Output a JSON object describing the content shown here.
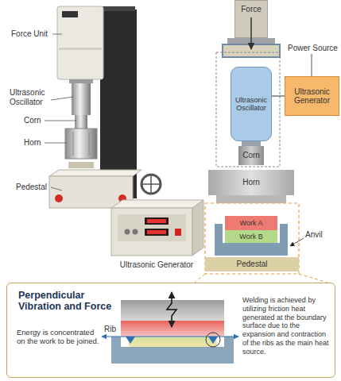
{
  "diagram": {
    "nodes": [
      {
        "text": [
          "Force"
        ]
      },
      {
        "text": [
          "Ultrasonic Generator"
        ]
      },
      {
        "text": [
          "Ultrasonic Oscillator"
        ]
      },
      {
        "text": [
          "Corn"
        ]
      },
      {
        "text": [
          "Horn"
        ]
      },
      {
        "text": [
          "Work A"
        ]
      },
      {
        "text": [
          "Work B"
        ]
      },
      {
        "text": [
          "Pedestal"
        ]
      },
      {
        "text": [
          "Perpendicular Vibration and Force",
          "Energy is concentrated on the work to be joined.",
          "Rib",
          "Welding is achieved by utilizing friction heat generated at the boundary surface due to the expansion and contraction of the ribs as the main heat source."
        ]
      }
    ],
    "edges": [
      {
        "from": 1,
        "to": 2,
        "arrow": "none"
      }
    ],
    "labels": [
      "Force Unit",
      "Ultrasonic Oscillator",
      "Corn",
      "Horn",
      "Pedestal",
      "Ultrasonic Generator",
      "Power Source",
      "Anvil"
    ]
  }
}
